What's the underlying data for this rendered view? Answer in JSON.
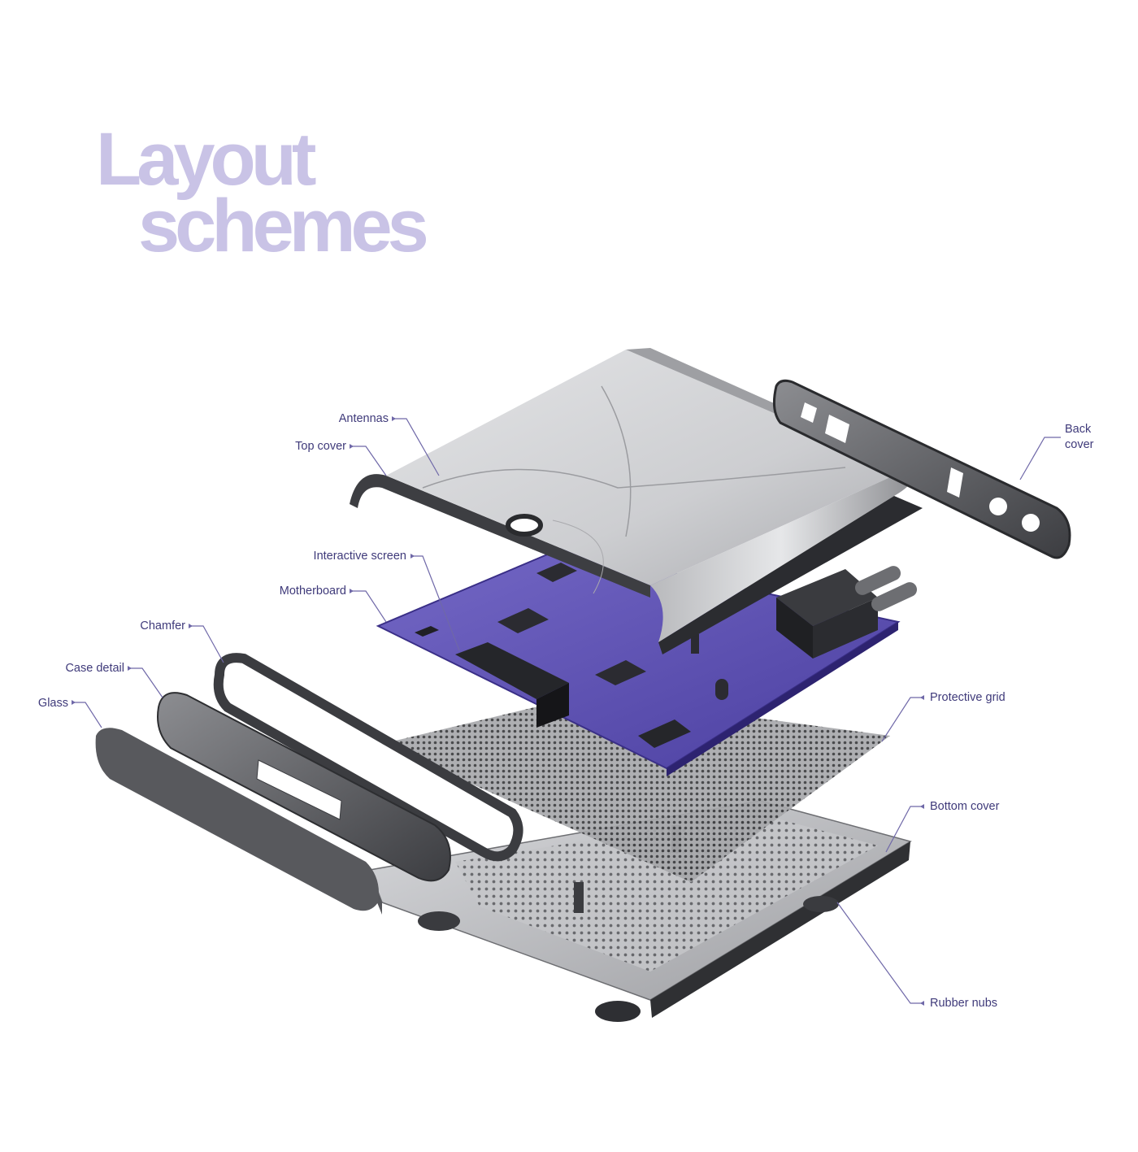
{
  "title": {
    "line1": "Layout",
    "line2": "schemes"
  },
  "labels": {
    "antennas": "Antennas",
    "top_cover": "Top cover",
    "back_cover_line1": "Back",
    "back_cover_line2": "cover",
    "interactive_screen": "Interactive screen",
    "motherboard": "Motherboard",
    "chamfer": "Chamfer",
    "case_detail": "Case detail",
    "glass": "Glass",
    "protective_grid": "Protective grid",
    "bottom_cover": "Bottom cover",
    "rubber_nubs": "Rubber nubs"
  },
  "colors": {
    "title": "#c9c3e6",
    "label_text": "#3f3a7a",
    "leader_line": "#6f68a8",
    "board": "#5a4fb0",
    "metal_light": "#c9cacd",
    "metal_dark": "#4a4b4f"
  }
}
